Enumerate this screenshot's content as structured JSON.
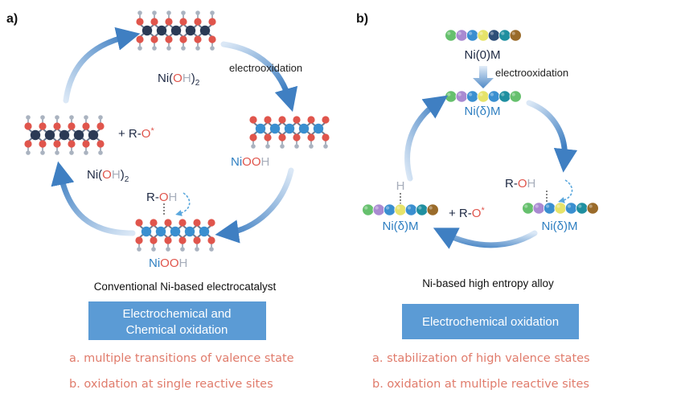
{
  "panel_a": {
    "label": "a)",
    "top_species": {
      "prefix": "Ni(",
      "o": "O",
      "h": "H",
      "suffix": ")",
      "sub": "2"
    },
    "step_label": "electrooxidation",
    "right_species": {
      "ni": "Ni",
      "o": "OO",
      "h": "H"
    },
    "bottom_adsorbate": {
      "r": "R-",
      "o": "O",
      "h": "H"
    },
    "bottom_species": {
      "ni": "Ni",
      "o": "OO",
      "h": "H"
    },
    "left_species": {
      "prefix": "Ni(",
      "o": "O",
      "h": "H",
      "suffix": ")",
      "sub": "2"
    },
    "product": {
      "plus": "+ R-",
      "o": "O",
      "star": "*"
    },
    "caption": "Conventional Ni-based electrocatalyst",
    "box_line1": "Electrochemical and",
    "box_line2": "Chemical oxidation",
    "note_a": "a. multiple transitions of valence state",
    "note_b": "b. oxidation at single reactive sites"
  },
  "panel_b": {
    "label": "b)",
    "top_species": "Ni(0)M",
    "step_label": "electrooxidation",
    "upper_species": "Ni(δ)M",
    "right_adsorbate": {
      "r": "R-",
      "o": "O",
      "h": "H"
    },
    "right_species": "Ni(δ)M",
    "left_h": "H",
    "left_species": "Ni(δ)M",
    "product": {
      "plus": "+ R-",
      "o": "O",
      "star": "*"
    },
    "caption": "Ni-based high entropy alloy",
    "box_text": "Electrochemical oxidation",
    "note_a": "a. stabilization of high valence states",
    "note_b": "b. oxidation at multiple reactive sites"
  },
  "colors": {
    "arrow_blue": "#3f7fc2",
    "box_blue": "#5b9bd5",
    "note_red": "#e07b6b",
    "oxygen_red": "#e0554c",
    "ni_dark": "#2b3a55",
    "ni_blue": "#3a8fd0",
    "hydrogen_gray": "#aab3c0",
    "ball_colors": [
      "#66c06d",
      "#a98ad1",
      "#3a8fd0",
      "#e6e36a",
      "#2f4e78",
      "#1f8fa0",
      "#9a6b2a"
    ]
  }
}
